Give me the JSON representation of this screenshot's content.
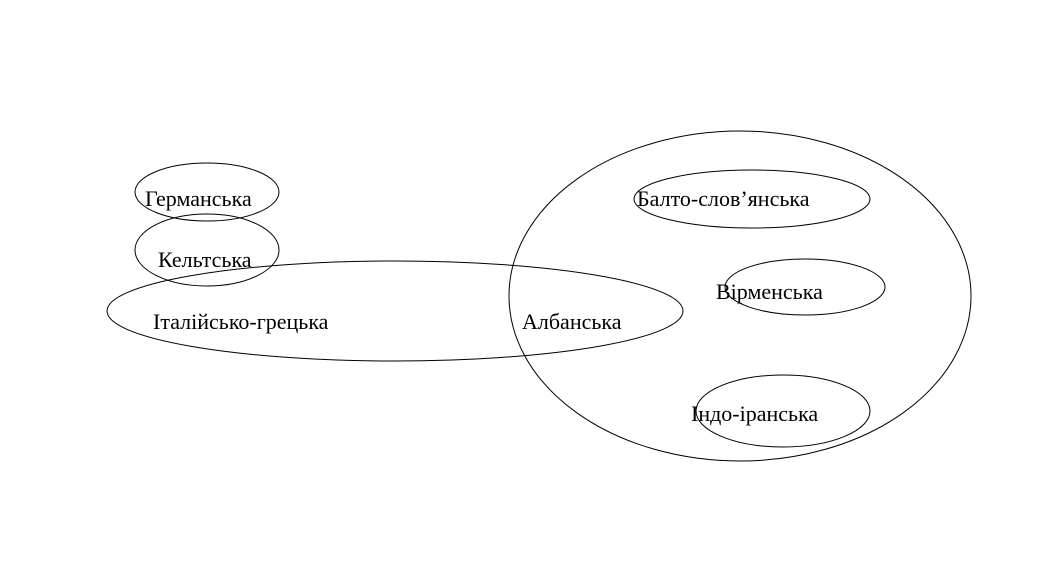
{
  "diagram": {
    "labels": {
      "germanic": "Германська",
      "celtic": "Кельтська",
      "italo_greek": "Італійсько-грецька",
      "albanian": "Албанська",
      "balto_slavic": "Балто-слов’янська",
      "armenian": "Вірменська",
      "indo_iranian": "Індо-іранська"
    },
    "colors": {
      "stroke": "#000000",
      "background": "#ffffff",
      "text": "#000000"
    }
  }
}
